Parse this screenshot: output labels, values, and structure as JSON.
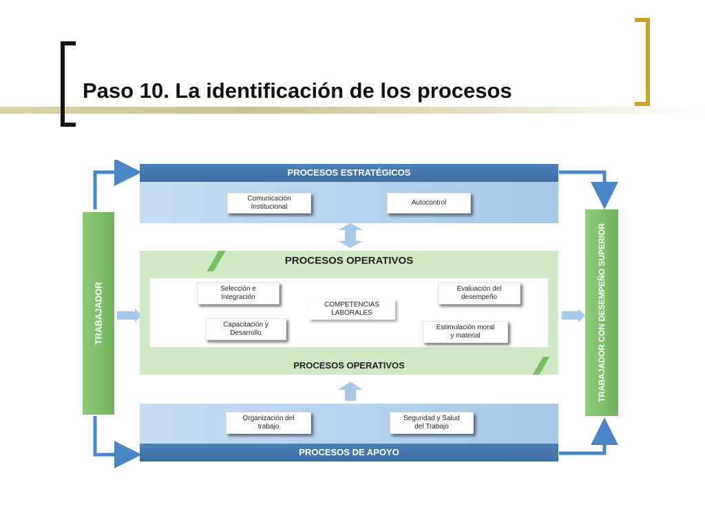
{
  "slide": {
    "title": "Paso 10. La identificación de los procesos"
  },
  "diagram": {
    "estrategicos": {
      "header": "PROCESOS ESTRATÉGICOS",
      "box1": [
        "Comunicación",
        "Institucional"
      ],
      "box2": "Autocontrol"
    },
    "operativos": {
      "header_top": "PROCESOS OPERATIVOS",
      "header_bottom": "PROCESOS OPERATIVOS",
      "center": [
        "COMPETENCIAS",
        "LABORALES"
      ],
      "seleccion": [
        "Selección e",
        "Integración"
      ],
      "capacitacion": [
        "Capacitación y",
        "Desarrollo"
      ],
      "evaluacion": [
        "Evaluación del",
        "desempeño"
      ],
      "estimulacion": [
        "Estimulación moral",
        "y material"
      ]
    },
    "apoyo": {
      "header": "PROCESOS DE APOYO",
      "organizacion": [
        "Organización del",
        "trabajo"
      ],
      "seguridad": [
        "Seguridad y Salud",
        "del Trabajo"
      ]
    },
    "left_bar": "TRABAJADOR",
    "right_bar": "TRABAJADOR CON DESEMPEÑO SUPERIOR"
  },
  "colors": {
    "blue_header": "#3a6ea5",
    "blue_panel": "#a8c8e8",
    "green_bar": "#72b45c",
    "green_panel": "#cfe8c6",
    "arrow_blue": "#4a86c5",
    "bracket_left": "#141414",
    "bracket_right": "#c9a227"
  }
}
